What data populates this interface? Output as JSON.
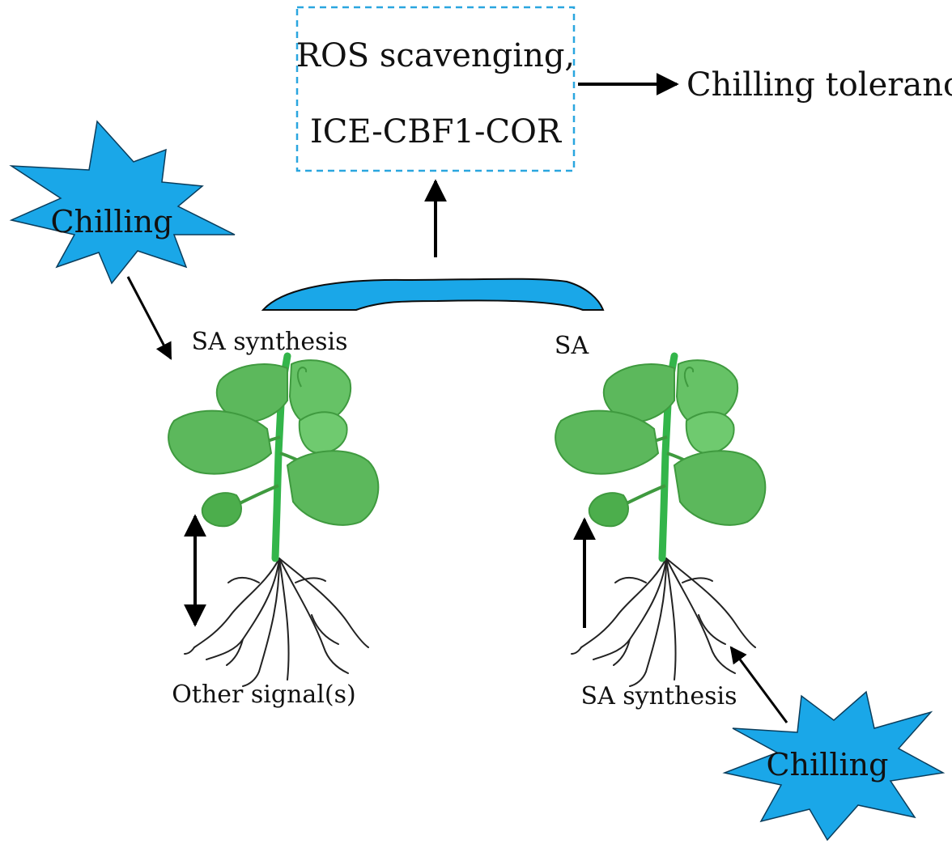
{
  "colors": {
    "starburst": "#1aa7e8",
    "box_border": "#2aa6df",
    "arch": "#1aa7e8",
    "arrow": "#000000",
    "leaf": "#5cb85c",
    "leaf_dark": "#3f9a3f",
    "stem": "#33b54a",
    "root": "#222222"
  },
  "box": {
    "line1": "ROS scavenging,",
    "line2": "ICE-CBF1-COR"
  },
  "outcome": "Chilling tolerance",
  "stimulus_left": "Chilling",
  "stimulus_right": "Chilling",
  "labels": {
    "left_top": "SA synthesis",
    "right_top": "SA",
    "left_bottom": "Other signal(s)",
    "right_bottom": "SA synthesis"
  },
  "icons": {
    "stimulus": "starburst-icon",
    "plant": "seedling-with-roots-icon"
  }
}
